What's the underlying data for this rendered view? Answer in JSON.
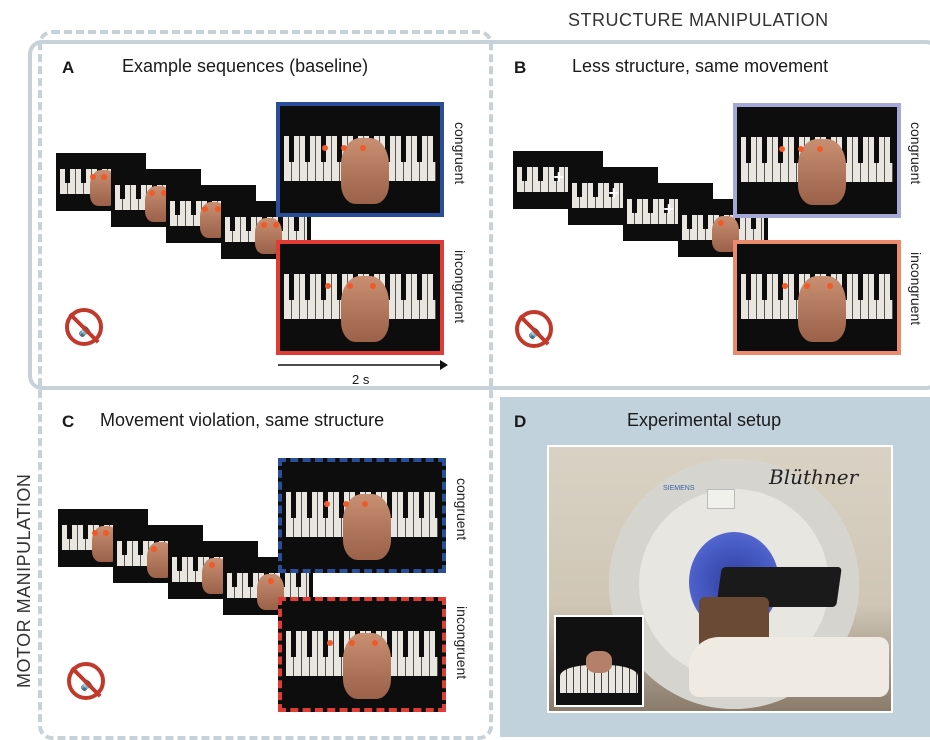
{
  "headers": {
    "structure": "STRUCTURE MANIPULATION",
    "motor": "MOTOR MANIPULATION"
  },
  "panels": {
    "a": {
      "letter": "A",
      "title": "Example sequences (baseline)"
    },
    "b": {
      "letter": "B",
      "title": "Less structure, same movement"
    },
    "c": {
      "letter": "C",
      "title": "Movement violation, same structure"
    },
    "d": {
      "letter": "D",
      "title": "Experimental setup"
    }
  },
  "labels": {
    "congruent": "congruent",
    "incongruent": "incongruent",
    "time": "2 s",
    "brand": "Blüthner",
    "siemens": "SIEMENS"
  },
  "colors": {
    "frame_gray": "#c6d1d8",
    "panel_d_bg": "#c2d2dc",
    "blue": "#2a4e9a",
    "red": "#e03c36",
    "light_blue": "#a6a9d8",
    "light_red": "#ec8a6e",
    "mute_red": "#c0392b"
  },
  "icons": [
    "mute-icon",
    "arrow-icon"
  ]
}
